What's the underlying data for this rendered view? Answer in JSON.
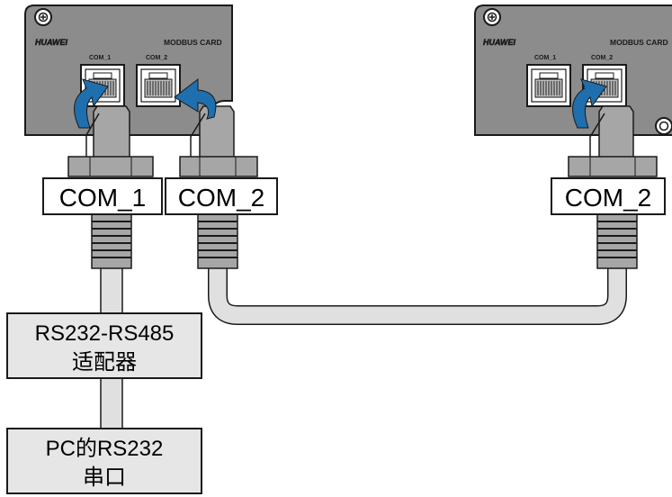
{
  "cards": [
    {
      "brand": "HUAWEI",
      "title": "MODBUS CARD",
      "port1_label": "COM_1",
      "port2_label": "COM_2"
    },
    {
      "brand": "HUAWEI",
      "title": "MODBUS CARD",
      "port1_label": "COM_1",
      "port2_label": "COM_2"
    }
  ],
  "connectors": {
    "left_com1": "COM_1",
    "left_com2": "COM_2",
    "right_com2": "COM_2"
  },
  "adapter": {
    "line1": "RS232-RS485",
    "line2": "适配器"
  },
  "pc_port": {
    "line1": "PC的RS232",
    "line2": "串口"
  },
  "colors": {
    "card_fill": "#8c8c8c",
    "card_border": "#1a1a1a",
    "arrow": "#1f6fae",
    "cable_fill": "#e0e0e0",
    "plug_fill": "#a6a6a6",
    "box_fill": "#e6e6e6"
  }
}
